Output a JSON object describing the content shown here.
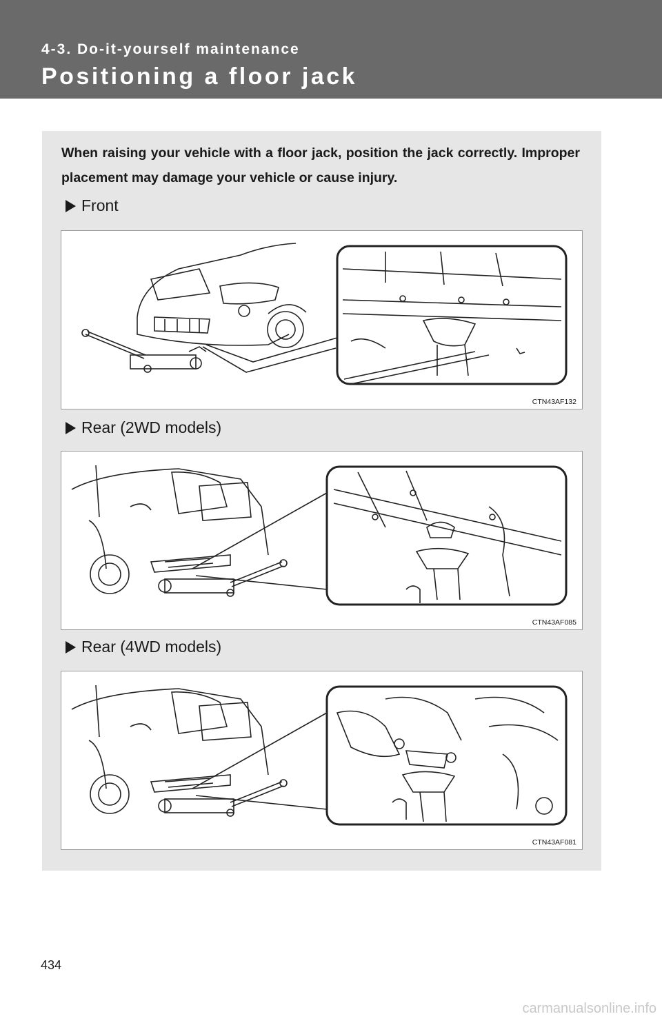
{
  "header": {
    "section": "4-3. Do-it-yourself maintenance",
    "title": "Positioning a floor jack"
  },
  "intro": "When raising your vehicle with a floor jack, position the jack correctly. Improper placement may damage your vehicle or cause injury.",
  "figures": [
    {
      "heading": "Front",
      "code": "CTN43AF132"
    },
    {
      "heading": "Rear (2WD models)",
      "code": "CTN43AF085"
    },
    {
      "heading": "Rear (4WD models)",
      "code": "CTN43AF081"
    }
  ],
  "page_number": "434",
  "watermark": "carmanualsonline.info",
  "icons": {
    "bullet": "triangle-arrow-icon"
  }
}
